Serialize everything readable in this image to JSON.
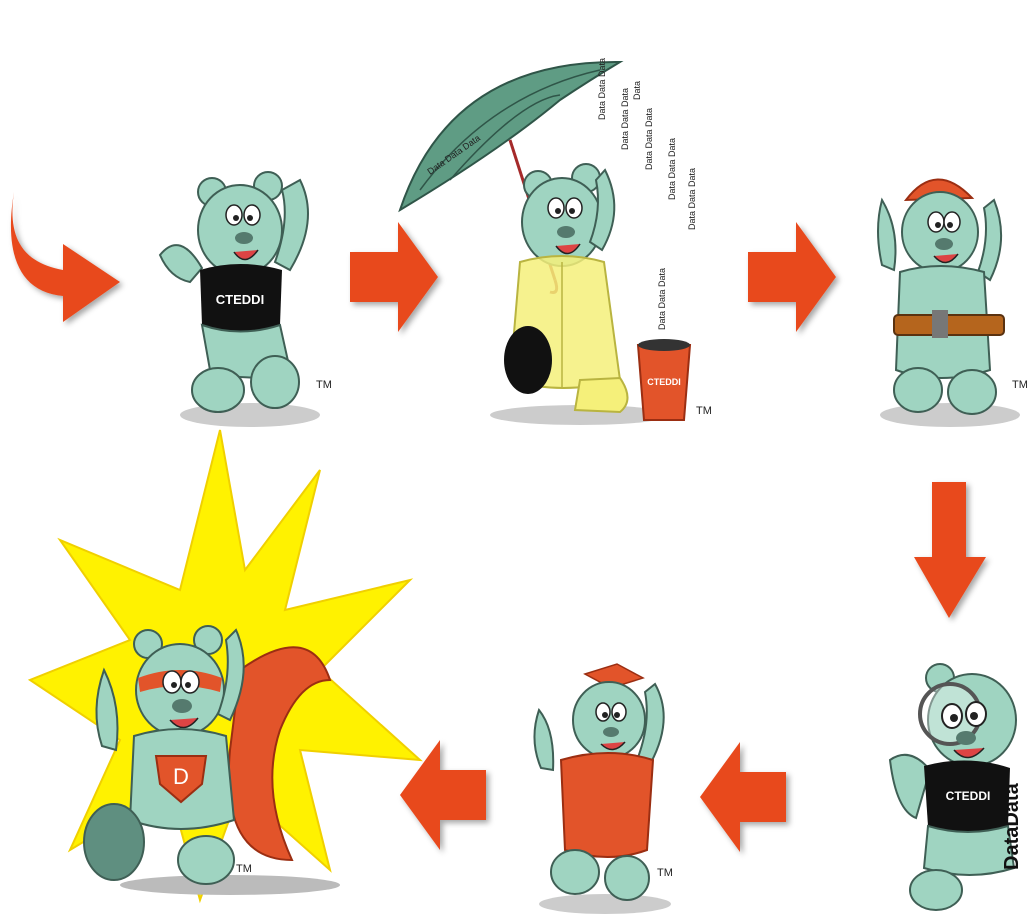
{
  "colors": {
    "arrow": "#e84a1f",
    "bear": "#9fd4c1",
    "bear_outline": "#3f5f55",
    "shirt": "#111111",
    "umbrella": "#5f9c84",
    "raincoat": "#f5f07a",
    "burst": "#fff200",
    "cape": "#e2542a"
  },
  "icons": {
    "start": "curved-arrow-icon",
    "flow": "block-arrow-icon"
  },
  "shirt_label": "CTEDDI",
  "bucket_label": "CTEDDI",
  "trademark": "TM",
  "rain_word": "Data",
  "rain_phrase": "Data Data Data",
  "side_word": "DataData",
  "badge_letter": "D"
}
